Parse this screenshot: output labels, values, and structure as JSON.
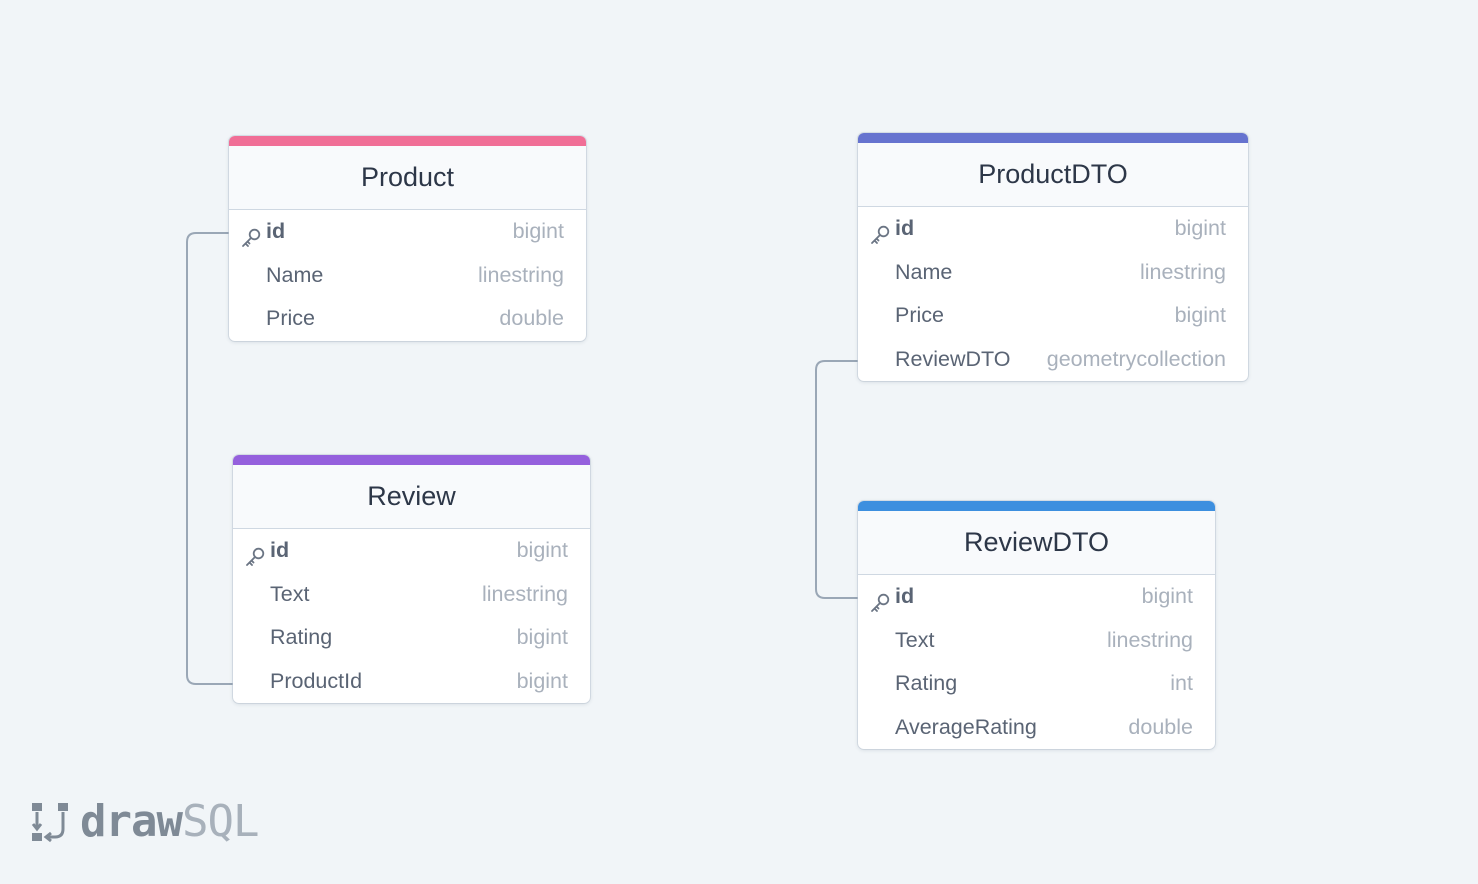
{
  "colors": {
    "background": "#f1f5f8",
    "product": "#f06e96",
    "review": "#9560dd",
    "productdto": "#6673cf",
    "reviewdto": "#3d8fdf",
    "connector": "#9aa7b6"
  },
  "tables": {
    "product": {
      "title": "Product",
      "fields": [
        {
          "name": "id",
          "type": "bigint",
          "pk": true
        },
        {
          "name": "Name",
          "type": "linestring"
        },
        {
          "name": "Price",
          "type": "double"
        }
      ]
    },
    "review": {
      "title": "Review",
      "fields": [
        {
          "name": "id",
          "type": "bigint",
          "pk": true
        },
        {
          "name": "Text",
          "type": "linestring"
        },
        {
          "name": "Rating",
          "type": "bigint"
        },
        {
          "name": "ProductId",
          "type": "bigint"
        }
      ]
    },
    "productdto": {
      "title": "ProductDTO",
      "fields": [
        {
          "name": "id",
          "type": "bigint",
          "pk": true
        },
        {
          "name": "Name",
          "type": "linestring"
        },
        {
          "name": "Price",
          "type": "bigint"
        },
        {
          "name": "ReviewDTO",
          "type": "geometrycollection"
        }
      ]
    },
    "reviewdto": {
      "title": "ReviewDTO",
      "fields": [
        {
          "name": "id",
          "type": "bigint",
          "pk": true
        },
        {
          "name": "Text",
          "type": "linestring"
        },
        {
          "name": "Rating",
          "type": "int"
        },
        {
          "name": "AverageRating",
          "type": "double"
        }
      ]
    }
  },
  "relations": [
    {
      "from": "product.id",
      "to": "review.ProductId"
    },
    {
      "from": "productdto.ReviewDTO",
      "to": "reviewdto.id"
    }
  ],
  "logo": {
    "part1": "draw",
    "part2": "SQL",
    "icon": "drawsql-logo-icon"
  }
}
